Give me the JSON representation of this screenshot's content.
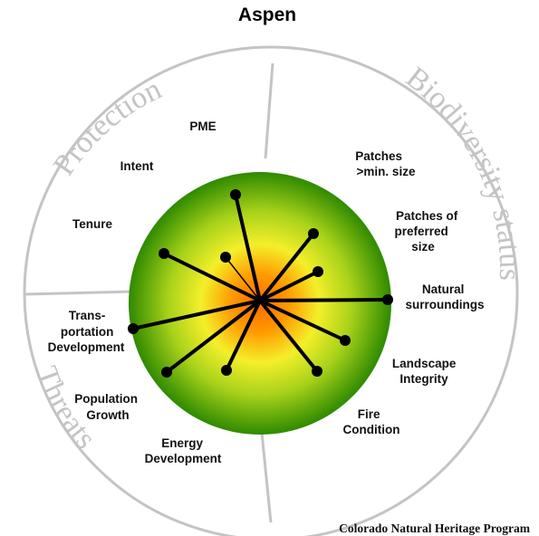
{
  "title": "Aspen",
  "sections": {
    "protection": "Protection",
    "biodiversity": "Biodiversity status",
    "threats": "Threats"
  },
  "labels": [
    {
      "lines": [
        "PME"
      ]
    },
    {
      "lines": [
        "Intent"
      ]
    },
    {
      "lines": [
        "Tenure"
      ]
    },
    {
      "lines": [
        "Patches",
        ">min. size"
      ]
    },
    {
      "lines": [
        "Patches of",
        "preferred",
        "size"
      ]
    },
    {
      "lines": [
        "Natural",
        "surroundings"
      ]
    },
    {
      "lines": [
        "Landscape",
        "Integrity"
      ]
    },
    {
      "lines": [
        "Fire",
        "Condition"
      ]
    },
    {
      "lines": [
        "Energy",
        "Development"
      ]
    },
    {
      "lines": [
        "Population",
        "Growth"
      ]
    },
    {
      "lines": [
        "Trans-",
        "portation",
        "Development"
      ]
    }
  ],
  "credit": "Colorado Natural Heritage Program",
  "colors": {
    "center": "#ff6a00",
    "mid": "#f4ef2a",
    "edge": "#2f8a00",
    "ring": "#c4c4c4",
    "spoke": "#000000"
  }
}
